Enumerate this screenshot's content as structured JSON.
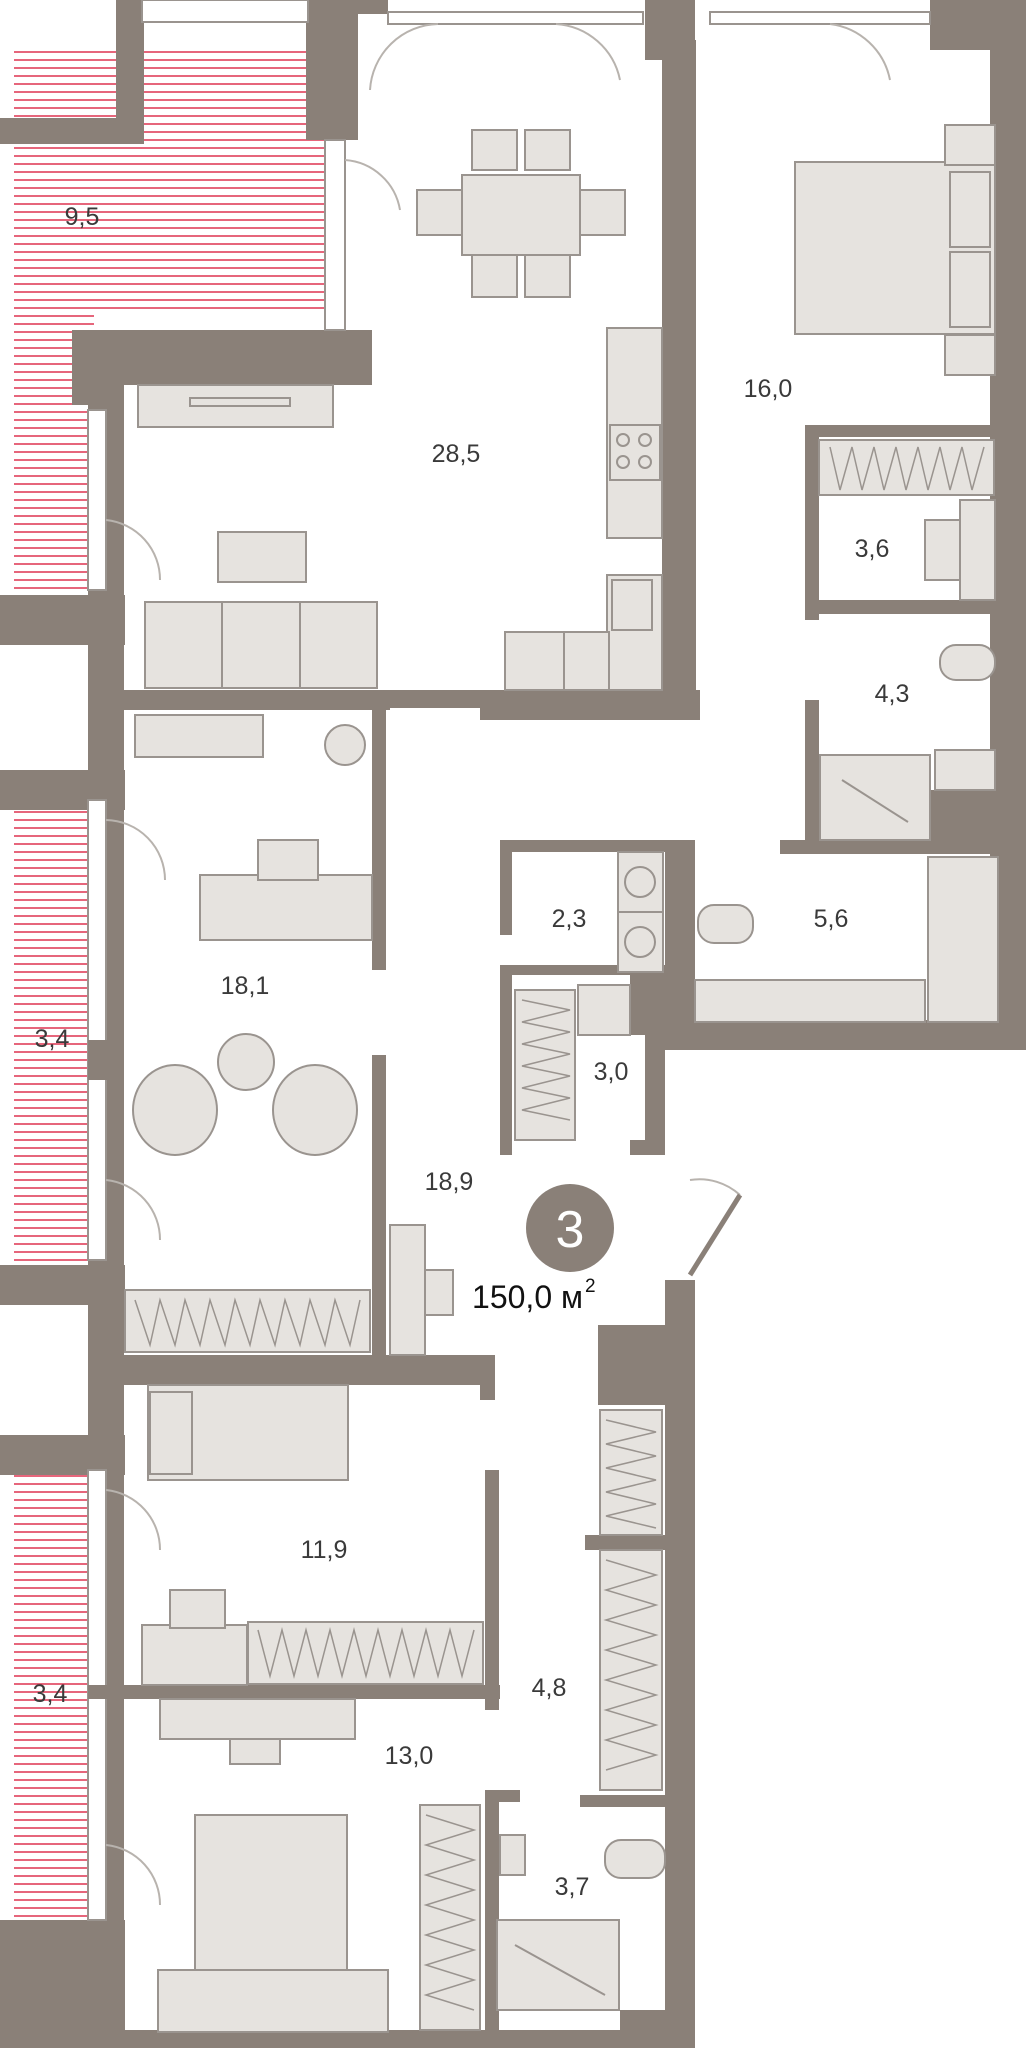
{
  "colors": {
    "wall": "#8a8078",
    "furniture_fill": "#e6e3df",
    "furniture_stroke": "#9a948f",
    "balcony_hatch": "#e0405a",
    "badge": "#8a8078",
    "text": "#3a3a3a"
  },
  "apartment": {
    "rooms_count": "3",
    "total_area": "150,0 м",
    "area_unit_power": "2"
  },
  "rooms": [
    {
      "id": "balcony-top",
      "area": "9,5"
    },
    {
      "id": "kitchen-living",
      "area": "28,5"
    },
    {
      "id": "master-bedroom",
      "area": "16,0"
    },
    {
      "id": "wardrobe-master",
      "area": "3,6"
    },
    {
      "id": "bathroom-master",
      "area": "4,3"
    },
    {
      "id": "laundry",
      "area": "2,3"
    },
    {
      "id": "bathroom-main",
      "area": "5,6"
    },
    {
      "id": "living-room",
      "area": "18,1"
    },
    {
      "id": "balcony-middle",
      "area": "3,4"
    },
    {
      "id": "storage",
      "area": "3,0"
    },
    {
      "id": "hallway",
      "area": "18,9"
    },
    {
      "id": "bedroom-small",
      "area": "11,9"
    },
    {
      "id": "corridor",
      "area": "4,8"
    },
    {
      "id": "bedroom-bottom",
      "area": "13,0"
    },
    {
      "id": "balcony-bottom",
      "area": "3,4"
    },
    {
      "id": "bathroom-small",
      "area": "3,7"
    }
  ]
}
